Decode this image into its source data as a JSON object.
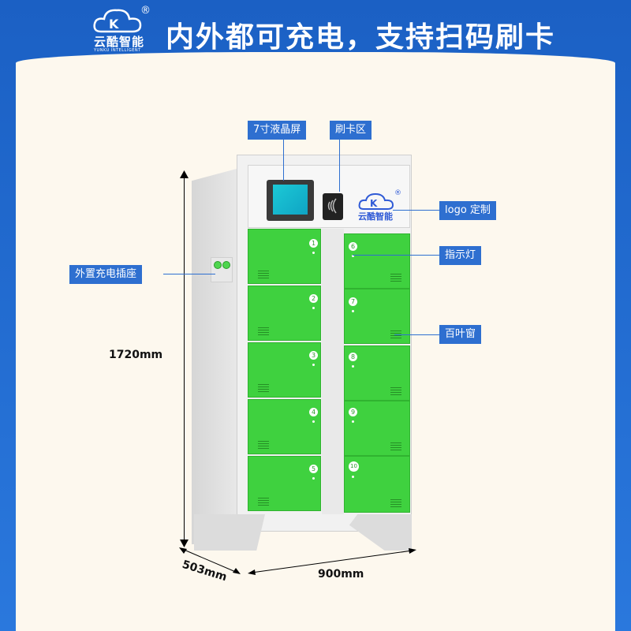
{
  "header": {
    "logo_text_cn": "云酷智能",
    "logo_text_en": "YUNKU INTELLIGENT",
    "logo_mark": "®",
    "headline": "内外都可充电，支持扫码刷卡"
  },
  "cabinet": {
    "logo_text_cn": "云酷智能",
    "logo_mark": "®",
    "door_numbers_left": [
      "1",
      "2",
      "3",
      "4",
      "5"
    ],
    "door_numbers_right": [
      "6",
      "7",
      "8",
      "9",
      "10"
    ]
  },
  "callouts": {
    "lcd": "7寸液晶屏",
    "card_zone": "刷卡区",
    "logo_custom": "logo 定制",
    "indicator": "指示灯",
    "louver": "百叶窗",
    "outlet": "外置充电插座"
  },
  "dimensions": {
    "height": "1720mm",
    "depth": "503mm",
    "width": "900mm"
  },
  "colors": {
    "brand_blue": "#1c63c6",
    "door_green": "#3fd13f",
    "background": "#fdf8ee"
  }
}
